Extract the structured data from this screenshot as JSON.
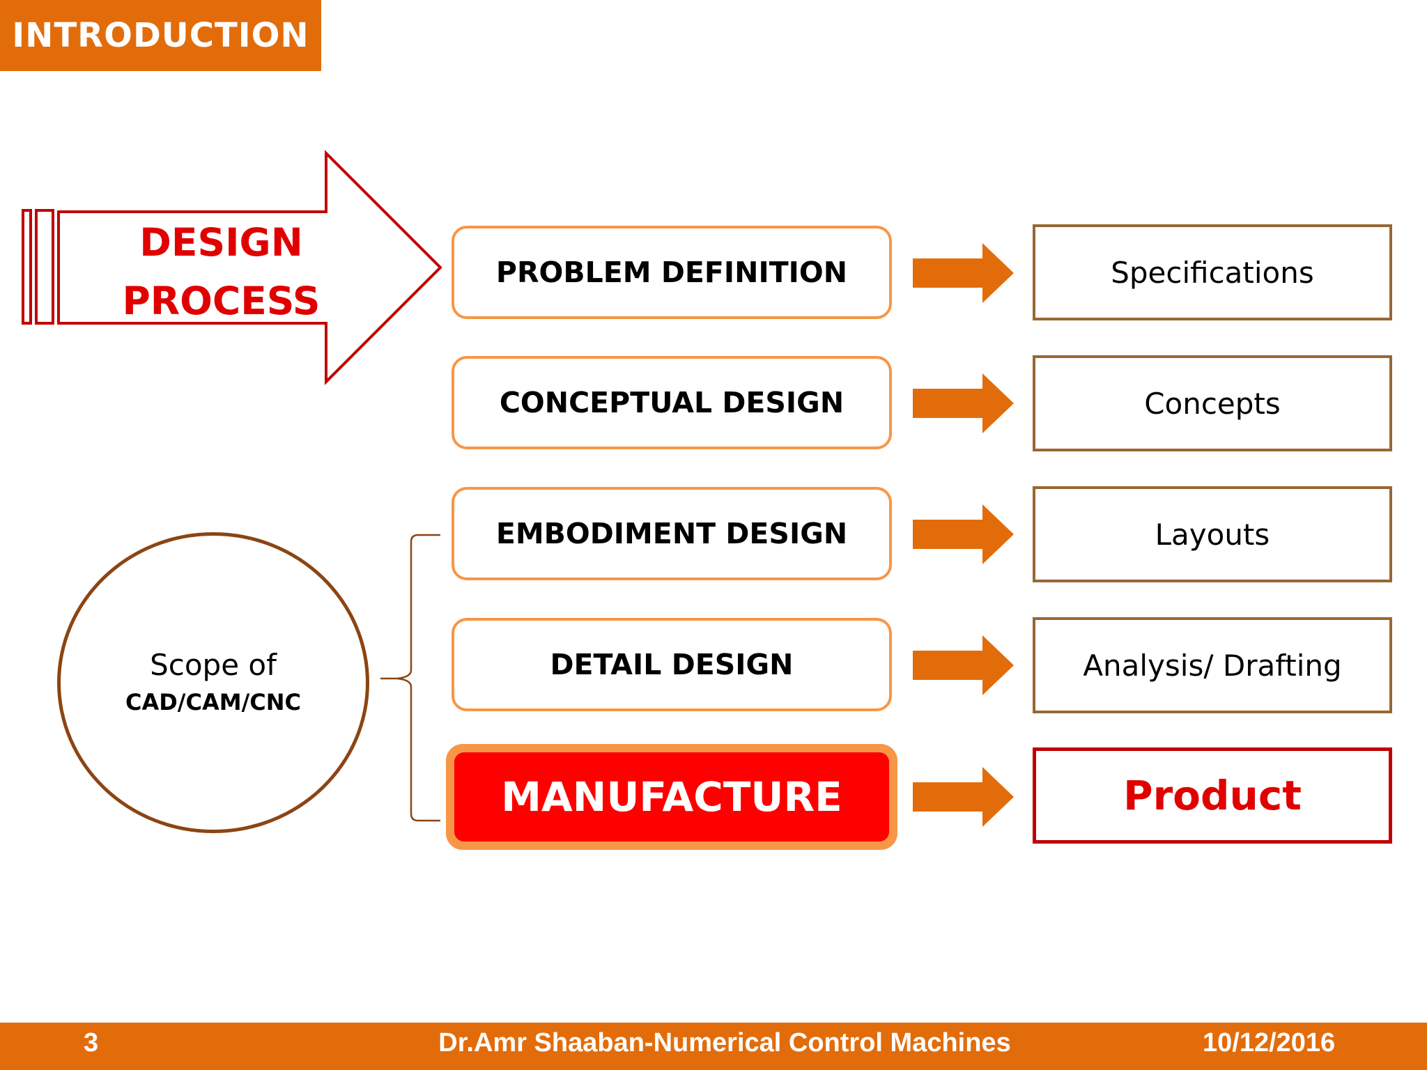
{
  "header": {
    "section_label": "INTRODUCTION"
  },
  "design_process": {
    "line1": "DESIGN",
    "line2": "PROCESS"
  },
  "steps": [
    {
      "label": "PROBLEM DEFINITION",
      "output": "Specifications"
    },
    {
      "label": "CONCEPTUAL DESIGN",
      "output": "Concepts"
    },
    {
      "label": "EMBODIMENT DESIGN",
      "output": "Layouts"
    },
    {
      "label": "DETAIL DESIGN",
      "output": "Analysis/ Drafting"
    },
    {
      "label": "MANUFACTURE",
      "output": "Product"
    }
  ],
  "scope": {
    "title": "Scope of",
    "subtitle": "CAD/CAM/CNC"
  },
  "footer": {
    "page_number": "3",
    "title": "Dr.Amr Shaaban-Numerical Control Machines",
    "date": "10/12/2016"
  },
  "colors": {
    "accent_orange": "#e36c0a",
    "step_border": "#f79646",
    "output_border": "#996633",
    "highlight_red": "#ff0000",
    "arrow_outline": "#c00000",
    "scope_border": "#8b4513"
  }
}
